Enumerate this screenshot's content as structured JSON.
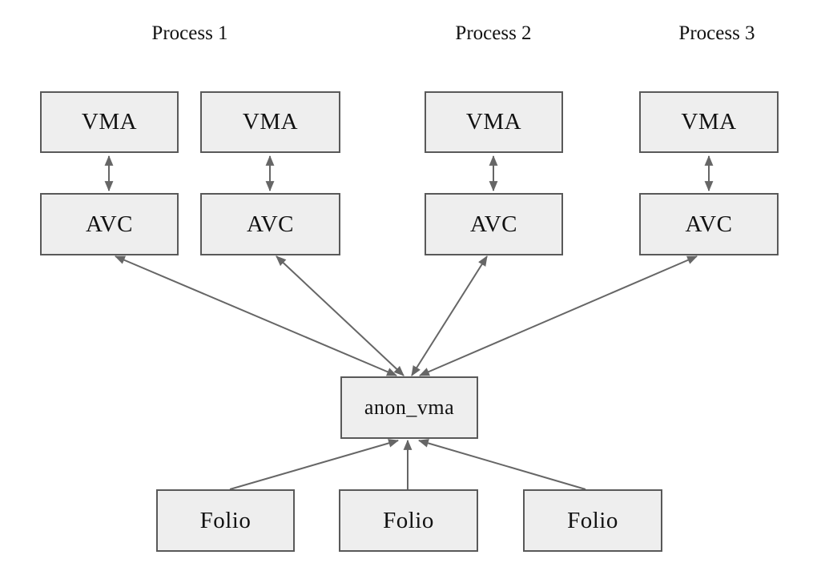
{
  "diagram": {
    "description": "Linux reverse-mapping structure: VMAs link to AVCs, AVCs link to a shared anon_vma, folios point to the anon_vma"
  },
  "colors": {
    "background": "#ffffff",
    "box_fill": "#eeeeee",
    "box_border": "#595959",
    "connector": "#666666",
    "text": "#111111"
  },
  "process_labels": [
    {
      "label": "Process 1"
    },
    {
      "label": "Process 2"
    },
    {
      "label": "Process 3"
    }
  ],
  "nodes": {
    "vma": [
      {
        "label": "VMA"
      },
      {
        "label": "VMA"
      },
      {
        "label": "VMA"
      },
      {
        "label": "VMA"
      }
    ],
    "avc": [
      {
        "label": "AVC"
      },
      {
        "label": "AVC"
      },
      {
        "label": "AVC"
      },
      {
        "label": "AVC"
      }
    ],
    "anon_vma": {
      "label": "anon_vma"
    },
    "folio": [
      {
        "label": "Folio"
      },
      {
        "label": "Folio"
      },
      {
        "label": "Folio"
      }
    ]
  },
  "edges": [
    {
      "from": "vma-1",
      "to": "avc-1",
      "type": "bidirectional"
    },
    {
      "from": "vma-2",
      "to": "avc-2",
      "type": "bidirectional"
    },
    {
      "from": "vma-3",
      "to": "avc-3",
      "type": "bidirectional"
    },
    {
      "from": "vma-4",
      "to": "avc-4",
      "type": "bidirectional"
    },
    {
      "from": "avc-1",
      "to": "anon_vma",
      "type": "bidirectional"
    },
    {
      "from": "avc-2",
      "to": "anon_vma",
      "type": "bidirectional"
    },
    {
      "from": "avc-3",
      "to": "anon_vma",
      "type": "bidirectional"
    },
    {
      "from": "avc-4",
      "to": "anon_vma",
      "type": "bidirectional"
    },
    {
      "from": "folio-1",
      "to": "anon_vma",
      "type": "directed"
    },
    {
      "from": "folio-2",
      "to": "anon_vma",
      "type": "directed"
    },
    {
      "from": "folio-3",
      "to": "anon_vma",
      "type": "directed"
    }
  ]
}
